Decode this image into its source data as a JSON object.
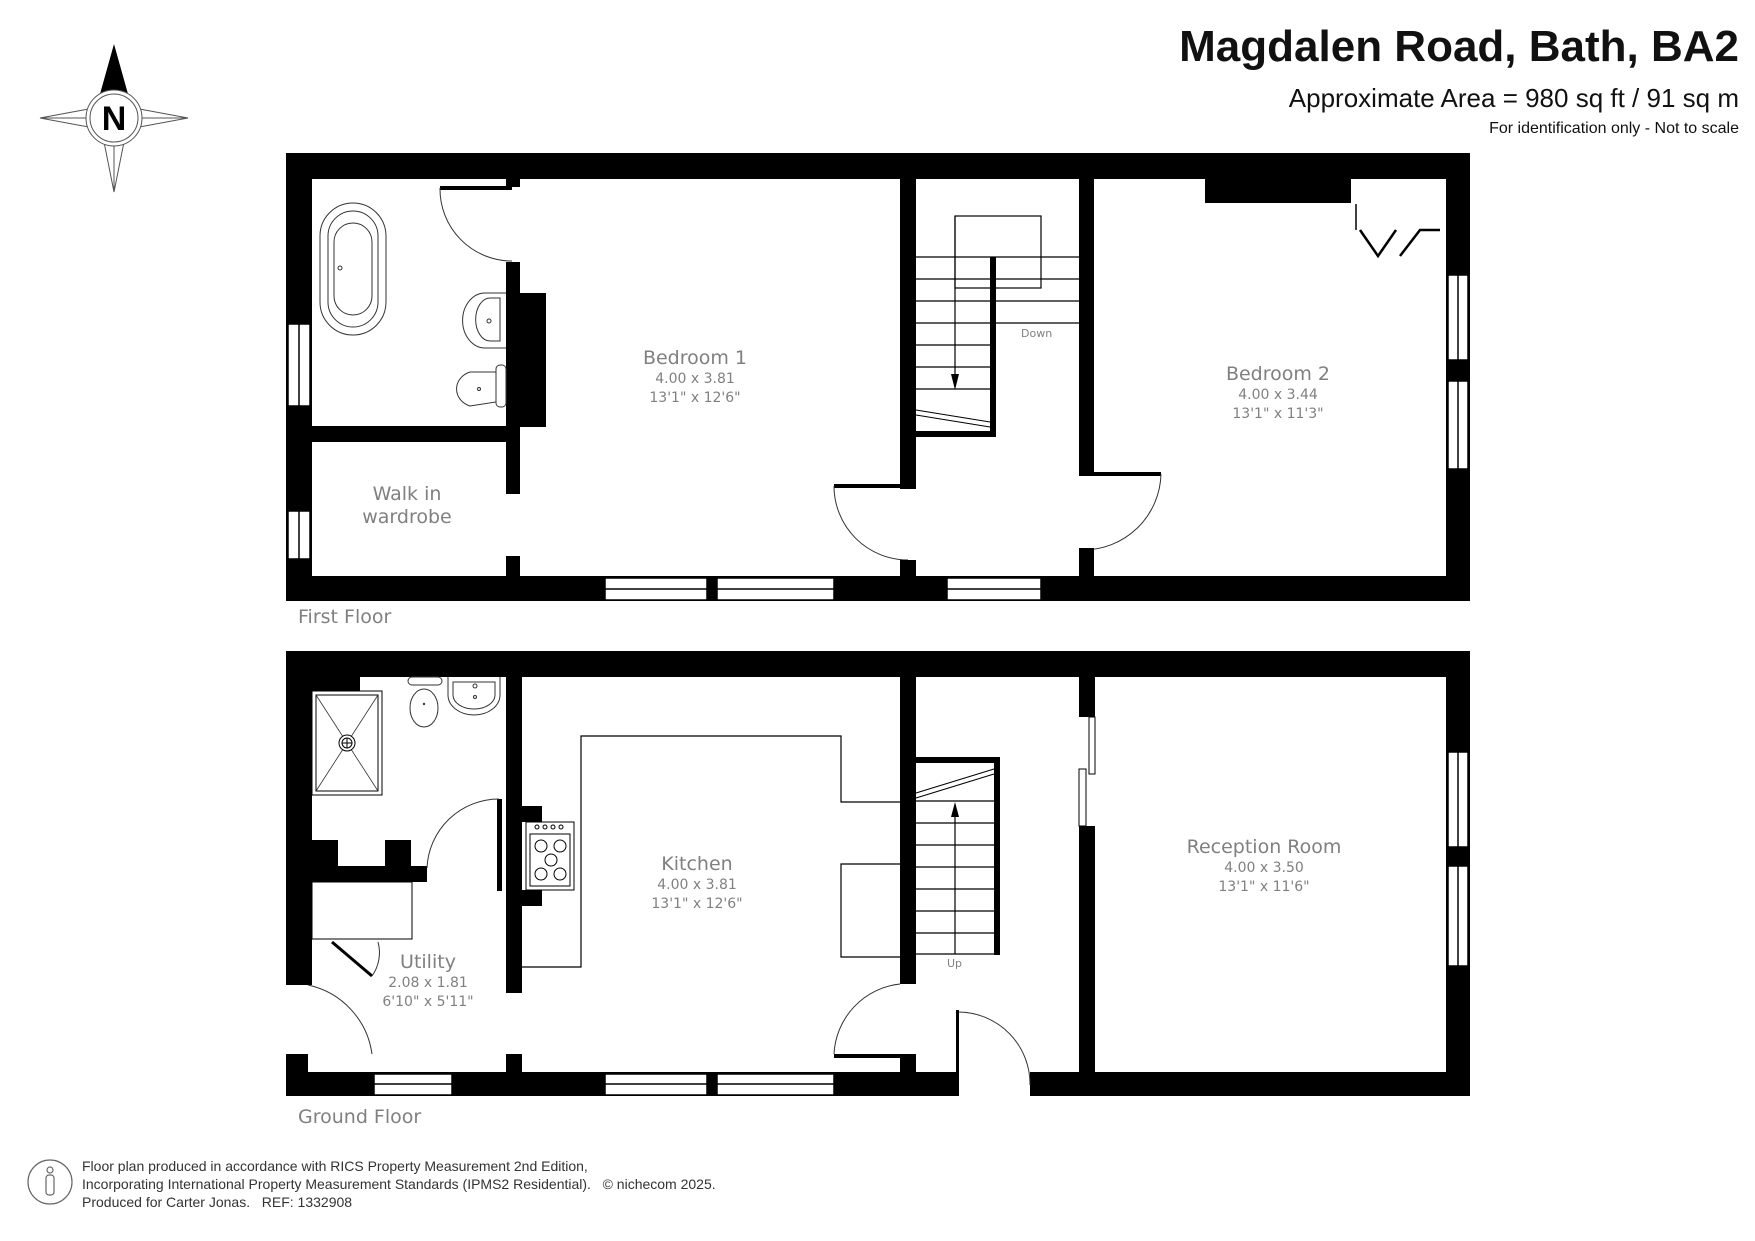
{
  "header": {
    "title": "Magdalen Road, Bath, BA2",
    "area": "Approximate Area = 980 sq ft / 91 sq m",
    "disclaimer": "For identification only - Not to scale"
  },
  "compass": {
    "label": "N",
    "icon": "north-arrow-compass-icon"
  },
  "floors": [
    {
      "name": "First Floor",
      "rooms": [
        {
          "name": "Bedroom 1",
          "metric": "4.00 x 3.81",
          "imperial": "13'1\" x 12'6\""
        },
        {
          "name": "Bedroom 2",
          "metric": "4.00 x 3.44",
          "imperial": "13'1\" x 11'3\""
        },
        {
          "name": "Walk in",
          "name2": "wardrobe"
        }
      ],
      "stairs_label": "Down",
      "fixtures": [
        "bath",
        "basin",
        "toilet",
        "wardrobe-doors"
      ]
    },
    {
      "name": "Ground Floor",
      "rooms": [
        {
          "name": "Kitchen",
          "metric": "4.00 x 3.81",
          "imperial": "13'1\" x 12'6\""
        },
        {
          "name": "Reception Room",
          "metric": "4.00 x 3.50",
          "imperial": "13'1\" x 11'6\""
        },
        {
          "name": "Utility",
          "metric": "2.08 x 1.81",
          "imperial": "6'10\" x 5'11\""
        }
      ],
      "stairs_label": "Up",
      "fixtures": [
        "shower",
        "toilet",
        "basin",
        "hob"
      ]
    }
  ],
  "footer": {
    "line1": "Floor plan produced in accordance with RICS Property Measurement 2nd Edition,",
    "line2": "Incorporating International Property Measurement Standards (IPMS2 Residential).",
    "copyright": "© nichecom 2025.",
    "line3": "Produced for Carter Jonas.",
    "ref": "REF: 1332908"
  },
  "colors": {
    "wall": "#000000",
    "label": "#808080",
    "text": "#111111"
  }
}
